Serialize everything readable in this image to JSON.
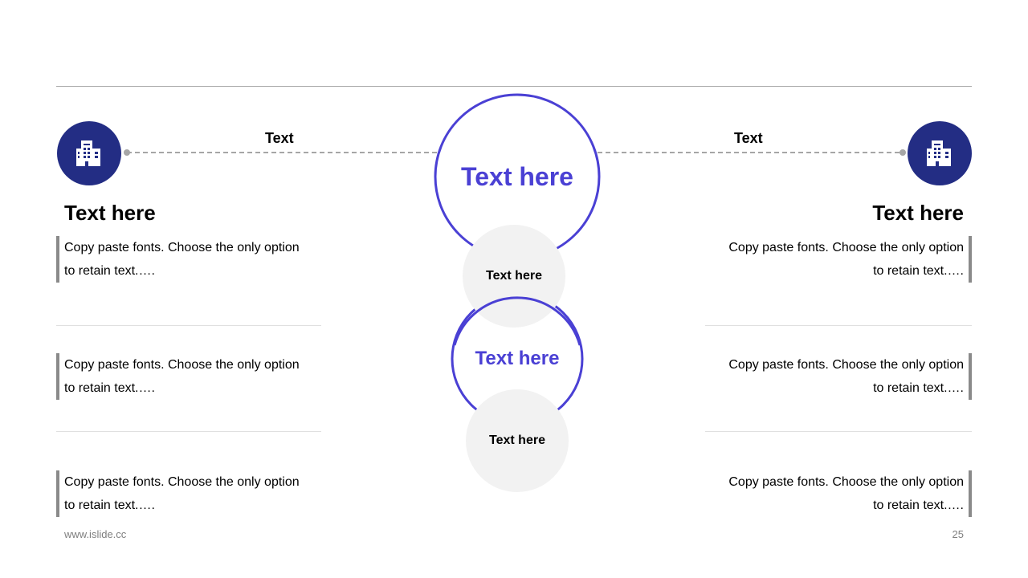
{
  "colors": {
    "accent": "#4a40d4",
    "icon_bg": "#232d84",
    "grey_circle": "#f2f2f2",
    "rule": "#a6a6a6",
    "bar": "#8a8a8a"
  },
  "left": {
    "icon": "building-icon",
    "connector_label": "Text",
    "title": "Text here",
    "paragraphs": [
      "Copy paste fonts. Choose the only option\nto retain text.….",
      "Copy paste fonts. Choose the only option\nto retain text.….",
      "Copy paste fonts. Choose the only option\nto retain text.…."
    ]
  },
  "right": {
    "icon": "building-icon",
    "connector_label": "Text",
    "title": "Text here",
    "paragraphs": [
      "Copy paste fonts. Choose the only option\nto retain text.….",
      "Copy paste fonts. Choose the only option\nto retain text.….",
      "Copy paste fonts. Choose the only option\nto retain text.…."
    ]
  },
  "center": {
    "top_ring_text": "Text here",
    "top_grey_text": "Text here",
    "bottom_ring_text": "Text here",
    "bottom_grey_text": "Text here"
  },
  "footer": {
    "website": "www.islide.cc",
    "page_number": "25"
  }
}
